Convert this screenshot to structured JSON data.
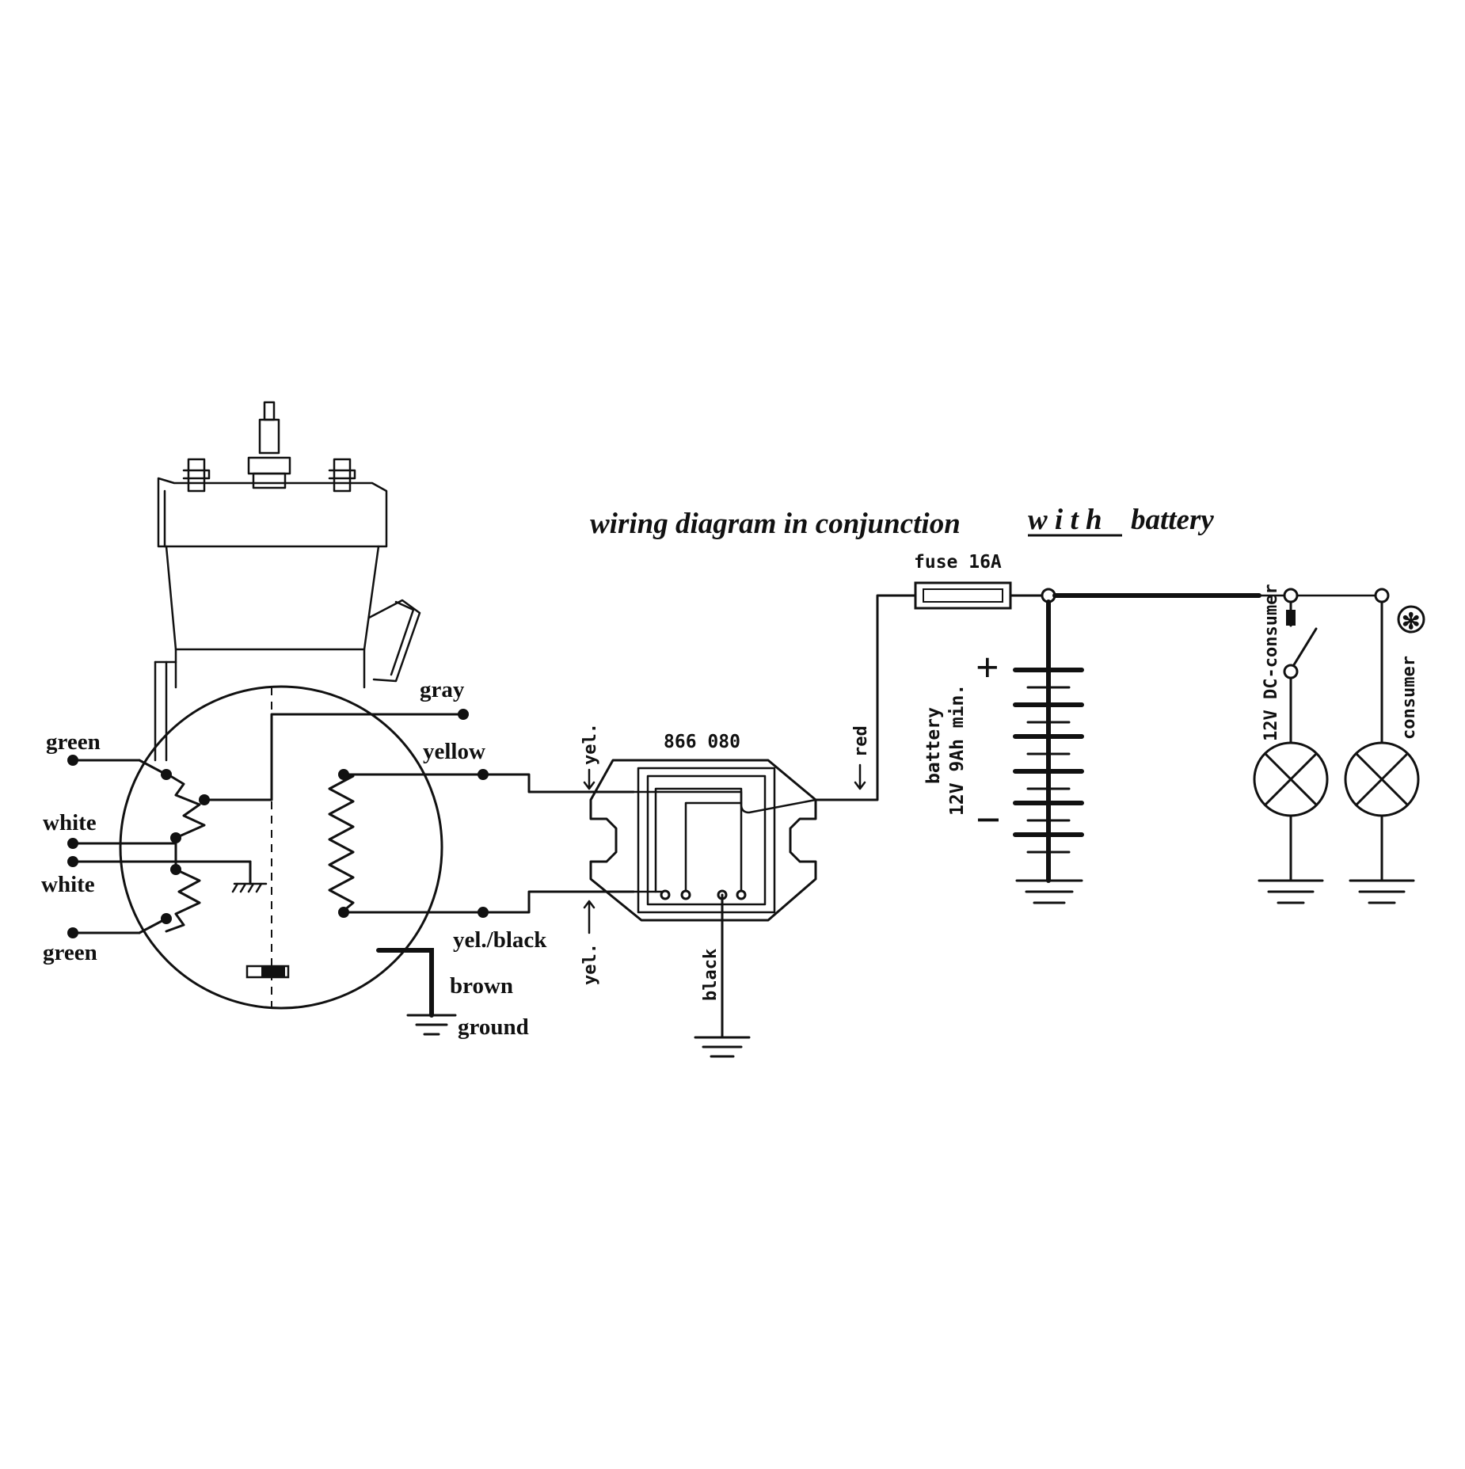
{
  "title": {
    "before": "wiring diagram in conjunction",
    "emphasis": "w i t h",
    "after": "battery"
  },
  "labels": {
    "gray": "gray",
    "yellow": "yellow",
    "green_top": "green",
    "white_1": "white",
    "white_2": "white",
    "green_bottom": "green",
    "yel_black": "yel./black",
    "brown": "brown",
    "ground": "ground",
    "yel_top": "yel.",
    "yel_bottom": "yel.",
    "black": "black",
    "regulator_part_no": "866 080",
    "red": "red",
    "fuse": "fuse 16A",
    "battery": "battery",
    "battery_spec": "12V 9Ah min.",
    "plus": "+",
    "minus": "−",
    "dc_consumer": "12V DC-consumer",
    "consumer": "consumer",
    "asterisk_symbol": "✻"
  }
}
